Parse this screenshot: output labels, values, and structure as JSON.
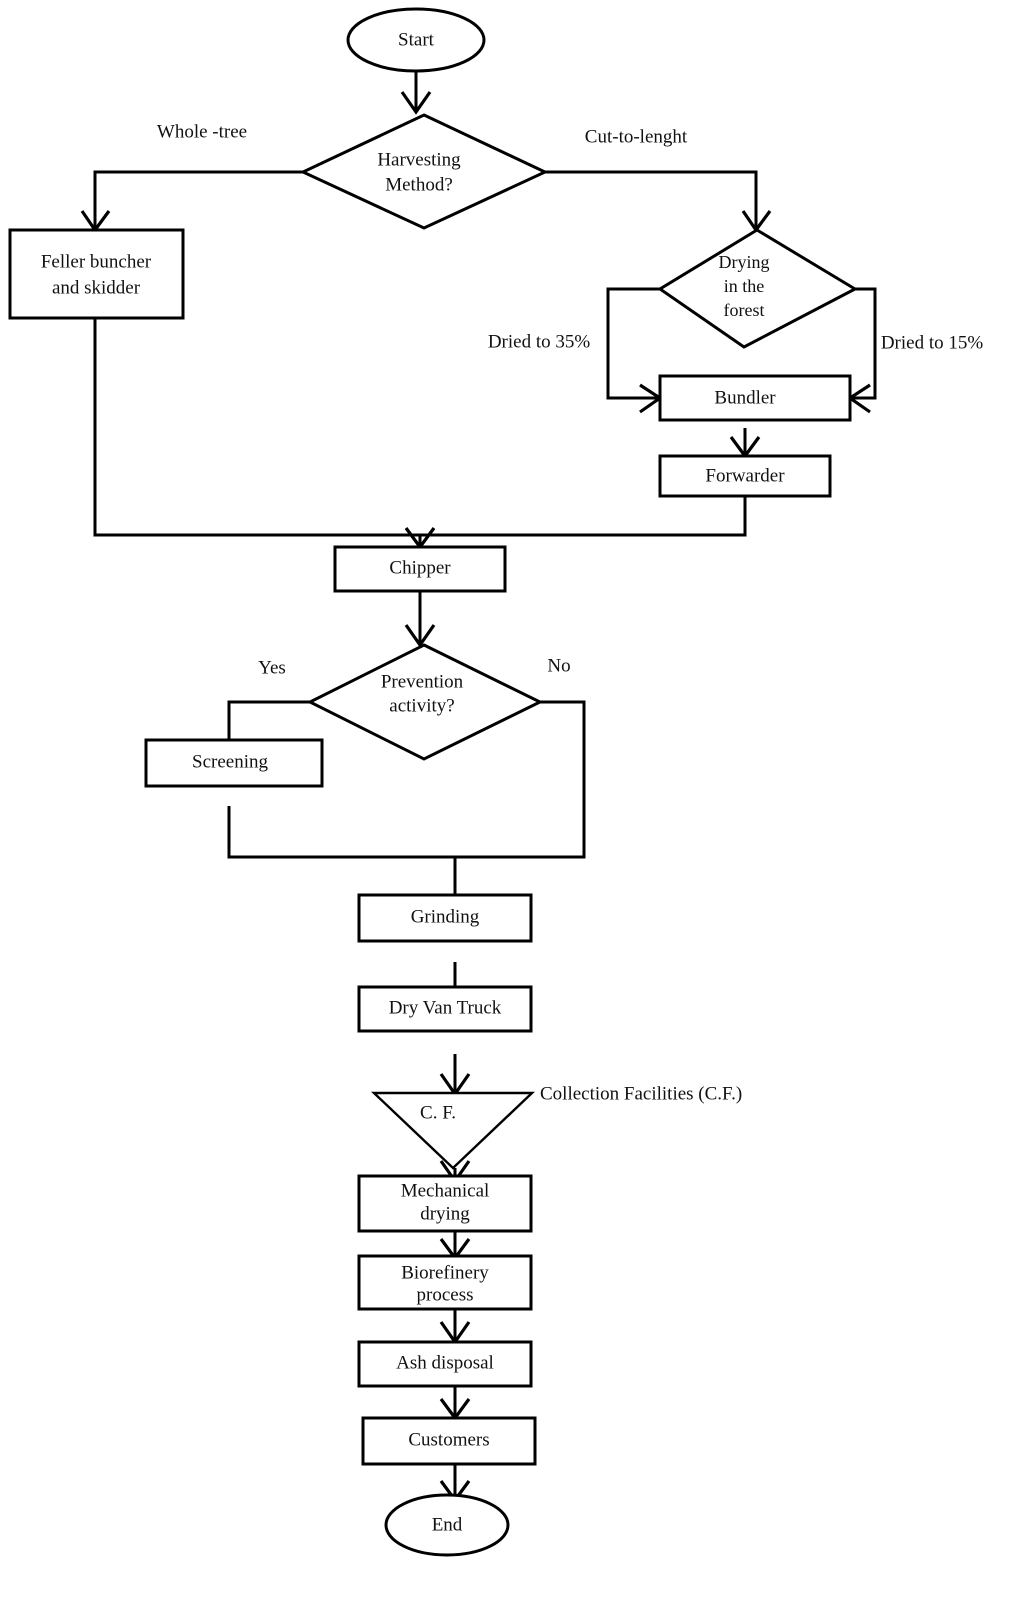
{
  "diagram": {
    "type": "flowchart",
    "title": "Forest biomass supply chain flowchart",
    "orientation": "top-to-bottom",
    "colors": {
      "background": "#ffffff",
      "stroke": "#000000",
      "text": "#111111",
      "fill": "#ffffff"
    },
    "nodes": [
      {
        "id": "start",
        "shape": "ellipse",
        "label": "Start"
      },
      {
        "id": "harvesting",
        "shape": "diamond",
        "label": "Harvesting Method?",
        "line1": "Harvesting",
        "line2": "Method?"
      },
      {
        "id": "feller",
        "shape": "rectangle",
        "label": "Feller buncher and  skidder",
        "line1": "Feller buncher",
        "line2": "and  skidder"
      },
      {
        "id": "drying",
        "shape": "diamond",
        "label": "Drying in the forest",
        "line1": "Drying",
        "line2": "in the",
        "line3": "forest"
      },
      {
        "id": "bundler",
        "shape": "rectangle",
        "label": "Bundler"
      },
      {
        "id": "forwarder",
        "shape": "rectangle",
        "label": "Forwarder"
      },
      {
        "id": "chipper",
        "shape": "rectangle",
        "label": "Chipper"
      },
      {
        "id": "prevention",
        "shape": "diamond",
        "label": "Prevention activity?",
        "line1": "Prevention",
        "line2": "activity?"
      },
      {
        "id": "screening",
        "shape": "rectangle",
        "label": "Screening"
      },
      {
        "id": "grinding",
        "shape": "rectangle",
        "label": "Grinding"
      },
      {
        "id": "dryvantruck",
        "shape": "rectangle",
        "label": "Dry Van Truck"
      },
      {
        "id": "cf",
        "shape": "triangle",
        "label": "C. F."
      },
      {
        "id": "mechdrying",
        "shape": "rectangle",
        "label": "Mechanical drying",
        "line1": "Mechanical",
        "line2": "drying"
      },
      {
        "id": "biorefinery",
        "shape": "rectangle",
        "label": "Biorefinery process",
        "line1": "Biorefinery",
        "line2": "process"
      },
      {
        "id": "ashdisposal",
        "shape": "rectangle",
        "label": "Ash disposal"
      },
      {
        "id": "customers",
        "shape": "rectangle",
        "label": "Customers"
      },
      {
        "id": "end",
        "shape": "ellipse",
        "label": "End"
      }
    ],
    "edge_labels": {
      "whole_tree": "Whole -tree",
      "cut_to_length": "Cut-to-lenght",
      "dried_35": "Dried to 35%",
      "dried_15": "Dried to 15%",
      "yes": "Yes",
      "no": "No"
    },
    "annotations": {
      "collection_facilities": "Collection Facilities (C.F.)"
    }
  }
}
